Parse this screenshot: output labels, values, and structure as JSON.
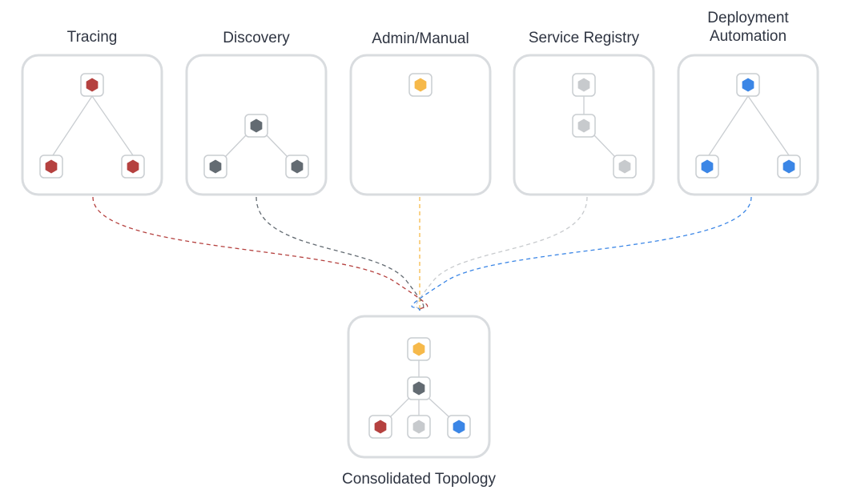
{
  "colors": {
    "red": "#b5413f",
    "dark": "#636b72",
    "yellow": "#f6b94a",
    "light": "#c7cacd",
    "blue": "#3b86e6"
  },
  "sources": [
    {
      "id": "tracing",
      "title_lines": [
        "Tracing"
      ],
      "color": "red"
    },
    {
      "id": "discovery",
      "title_lines": [
        "Discovery"
      ],
      "color": "dark"
    },
    {
      "id": "admin-manual",
      "title_lines": [
        "Admin/Manual"
      ],
      "color": "yellow"
    },
    {
      "id": "service-registry",
      "title_lines": [
        "Service Registry"
      ],
      "color": "light"
    },
    {
      "id": "deployment-automation",
      "title_lines": [
        "Deployment",
        "Automation"
      ],
      "color": "blue"
    }
  ],
  "target": {
    "title": "Consolidated Topology"
  }
}
